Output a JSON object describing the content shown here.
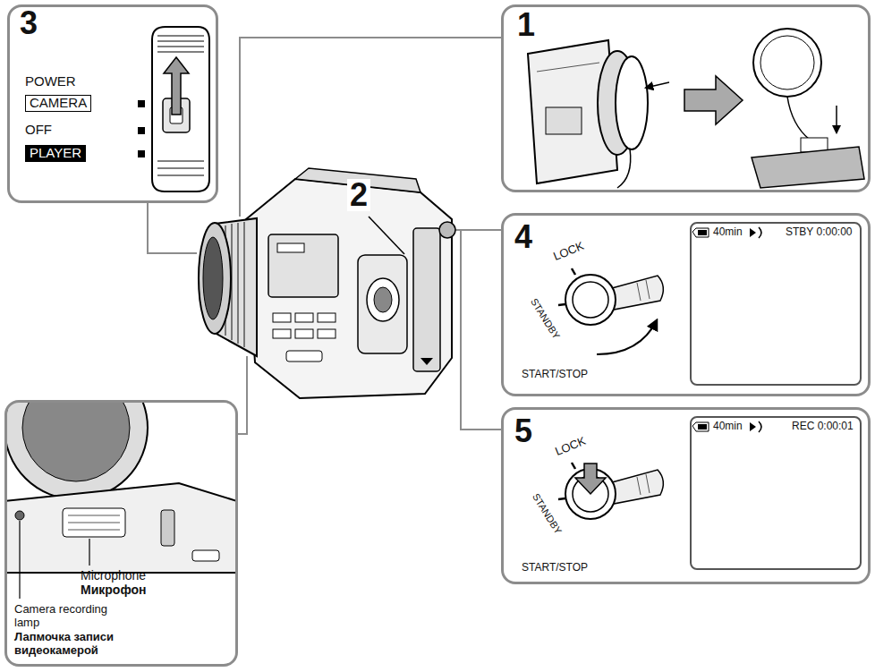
{
  "diagram": {
    "nodes": [
      {
        "text": [
          "3",
          "POWER",
          "OFF"
        ]
      },
      {
        "text": [
          "CAMERA"
        ],
        "in": 0
      },
      {
        "text": [
          "PLAYER"
        ],
        "in": 0
      },
      {
        "text": [
          "1"
        ]
      },
      {
        "text": [
          "4",
          "LOCK",
          "STANDBY",
          "START/STOP"
        ]
      },
      {
        "text": [
          "40min",
          "STBY 0:00:00"
        ],
        "in": 4
      },
      {
        "text": [
          "5",
          "LOCK",
          "STANDBY",
          "START/STOP"
        ]
      },
      {
        "text": [
          "40min",
          "REC 0:00:01"
        ],
        "in": 6
      },
      {
        "text": [
          "Microphone",
          "Микрофон",
          "Camera recording lamp",
          "Лапмочка записи видеокамерой"
        ]
      }
    ],
    "labels": [
      "2"
    ]
  }
}
